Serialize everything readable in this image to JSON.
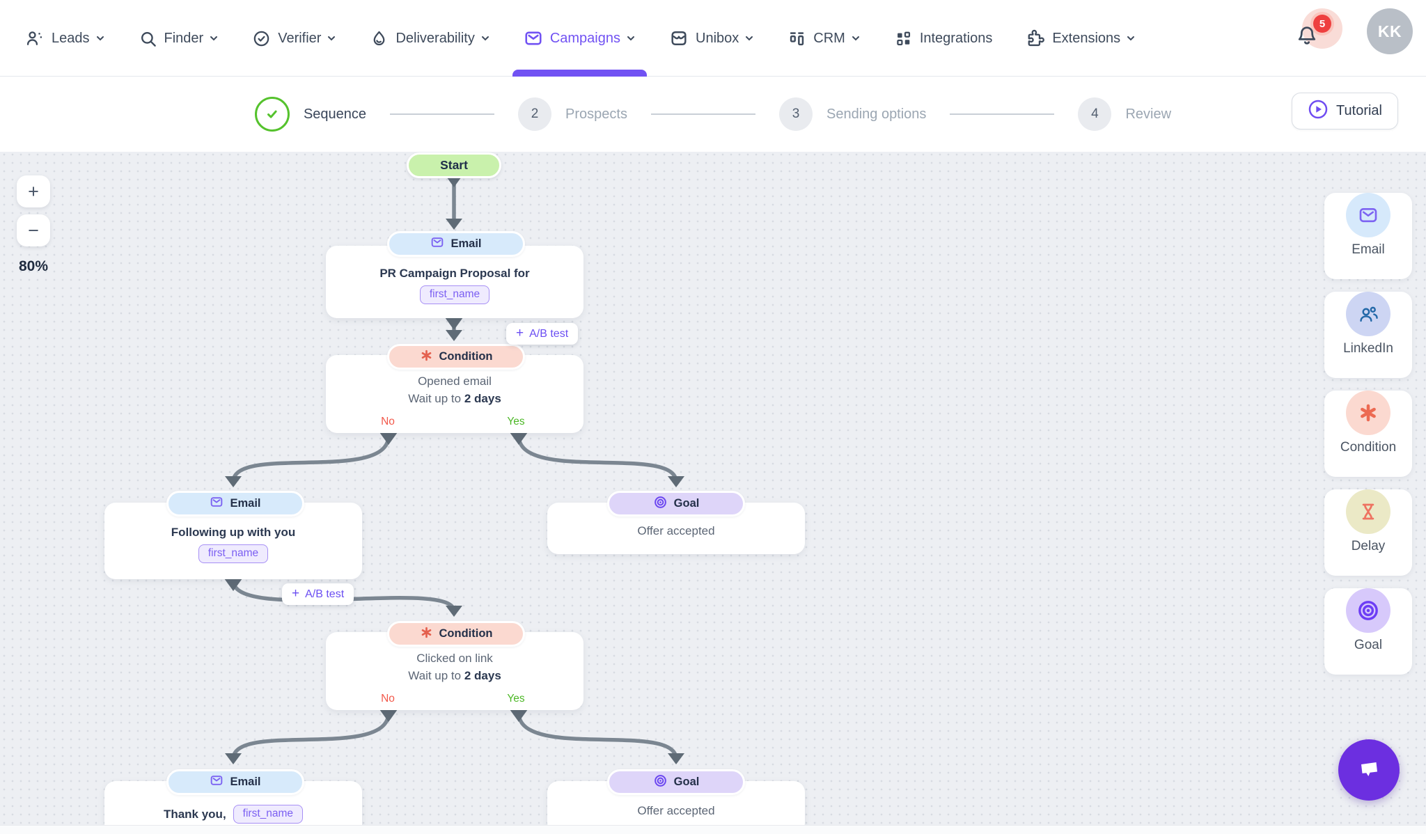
{
  "nav": {
    "items": [
      {
        "label": "Leads"
      },
      {
        "label": "Finder"
      },
      {
        "label": "Verifier"
      },
      {
        "label": "Deliverability"
      },
      {
        "label": "Campaigns"
      },
      {
        "label": "Unibox"
      },
      {
        "label": "CRM"
      },
      {
        "label": "Integrations"
      },
      {
        "label": "Extensions"
      }
    ],
    "notification_count": "5",
    "avatar_initials": "KK"
  },
  "steps": {
    "items": [
      {
        "label": "Sequence",
        "state": "done"
      },
      {
        "number": "2",
        "label": "Prospects",
        "state": "upcoming"
      },
      {
        "number": "3",
        "label": "Sending options",
        "state": "upcoming"
      },
      {
        "number": "4",
        "label": "Review",
        "state": "upcoming"
      }
    ],
    "tutorial_label": "Tutorial"
  },
  "zoom_controls": {
    "zoom_in": "+",
    "zoom_out": "−",
    "level": "80%"
  },
  "flow": {
    "start": {
      "label": "Start"
    },
    "email1": {
      "badge": "Email",
      "title": "PR Campaign Proposal for",
      "tag": "first_name"
    },
    "ab_test_1": {
      "plus": "+",
      "label": "A/B test"
    },
    "condition1": {
      "badge": "Condition",
      "event": "Opened email",
      "wait_prefix": "Wait up to",
      "wait_value": "2 days",
      "no": "No",
      "yes": "Yes"
    },
    "email2": {
      "badge": "Email",
      "title": "Following up with you",
      "tag": "first_name"
    },
    "goal1": {
      "badge": "Goal",
      "title": "Offer accepted"
    },
    "ab_test_2": {
      "plus": "+",
      "label": "A/B test"
    },
    "condition2": {
      "badge": "Condition",
      "event": "Clicked on link",
      "wait_prefix": "Wait up to",
      "wait_value": "2 days",
      "no": "No",
      "yes": "Yes"
    },
    "email3": {
      "badge": "Email",
      "title": "Thank you,",
      "tag": "first_name"
    },
    "goal2": {
      "badge": "Goal",
      "title": "Offer accepted"
    }
  },
  "palette": {
    "items": [
      {
        "label": "Email",
        "icon": "envelope-icon"
      },
      {
        "label": "LinkedIn",
        "icon": "users-icon"
      },
      {
        "label": "Condition",
        "icon": "asterisk-icon"
      },
      {
        "label": "Delay",
        "icon": "hourglass-icon"
      },
      {
        "label": "Goal",
        "icon": "target-icon"
      }
    ]
  },
  "colors": {
    "accent_purple": "#7152f3",
    "canvas_background": "#edeff3",
    "connector_gray": "#7b8691",
    "start_green": "#c9f1ac",
    "email_badge_blue": "#d7eafb",
    "condition_badge_peach": "#fbd9d0",
    "goal_badge_lavender": "#ded5f9",
    "branch_no_red": "#f2594b",
    "branch_yes_green": "#4db827",
    "notification_red": "#ee3f3f",
    "chat_purple": "#6c2fe0",
    "step_done_green": "#55c22d"
  }
}
